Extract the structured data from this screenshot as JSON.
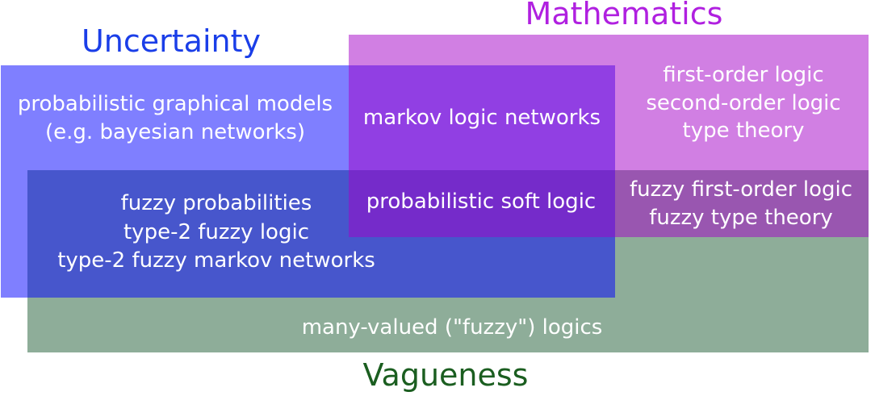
{
  "titles": {
    "uncertainty": "Uncertainty",
    "mathematics": "Mathematics",
    "vagueness": "Vagueness"
  },
  "colors": {
    "uncertainty": "#0000ff",
    "mathematics": "#a400c8",
    "vagueness": "#1e5c34",
    "uncertainty_title": "#1a3ee8",
    "mathematics_title": "#b020e0",
    "vagueness_title": "#1b5e20",
    "text": "#ffffff"
  },
  "regions": {
    "uncertainty_only": {
      "line1": "probabilistic graphical models",
      "line2": "(e.g. bayesian networks)"
    },
    "uncertainty_mathematics": {
      "line1": "markov logic networks"
    },
    "mathematics_only": {
      "line1": "first-order logic",
      "line2": "second-order logic",
      "line3": "type theory"
    },
    "uncertainty_vagueness": {
      "line1": "fuzzy probabilities",
      "line2": "type-2 fuzzy logic",
      "line3": "type-2 fuzzy markov networks"
    },
    "all_three": {
      "line1": "probabilistic soft logic"
    },
    "mathematics_vagueness": {
      "line1": "fuzzy first-order logic",
      "line2": "fuzzy type theory"
    },
    "vagueness_only": {
      "line1": "many-valued (\"fuzzy\") logics"
    }
  }
}
